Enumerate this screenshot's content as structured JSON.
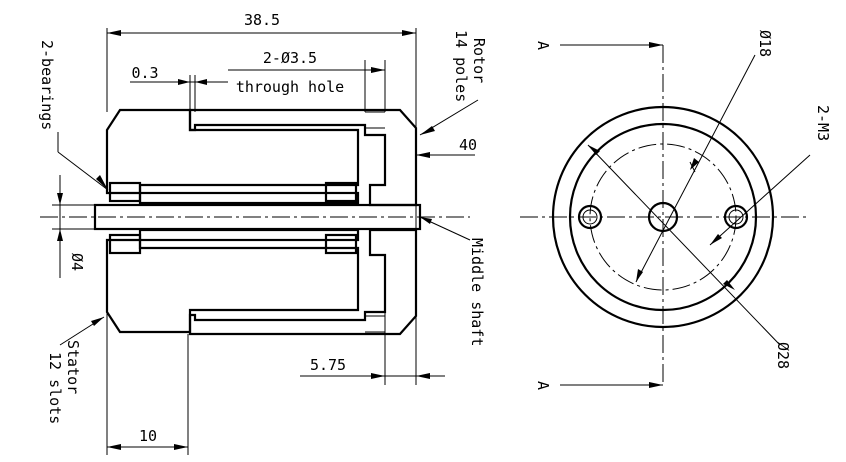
{
  "labels": {
    "dim_length": "38.5",
    "dim_hole": "2-Ø3.5",
    "dim_hole_note": "through hole",
    "dim_gap": "0.3",
    "dim_outer": "40",
    "dim_shaft": "Ø4",
    "dim_offset": "5.75",
    "dim_stator": "10",
    "bearings": "2-bearings",
    "rotor_line1": "Rotor",
    "rotor_line2": "14 poles",
    "stator_line1": "Stator",
    "stator_line2": "12 slots",
    "middle_shaft": "Middle shaft",
    "section_top": "A",
    "section_bottom": "A",
    "dim_d18": "Ø18",
    "dim_m3": "2-M3",
    "dim_d28": "Ø28"
  }
}
